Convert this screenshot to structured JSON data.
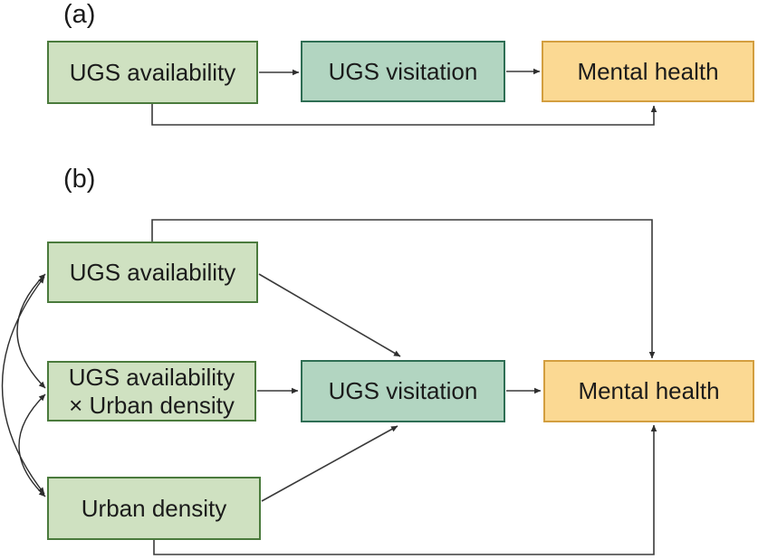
{
  "figure": {
    "panel_a": {
      "label": "(a)",
      "nodes": {
        "availability": "UGS availability",
        "visitation": "UGS visitation",
        "mental_health": "Mental health"
      }
    },
    "panel_b": {
      "label": "(b)",
      "nodes": {
        "availability": "UGS availability",
        "interaction_line1": "UGS availability",
        "interaction_line2": "× Urban density",
        "urban_density": "Urban density",
        "visitation": "UGS visitation",
        "mental_health": "Mental health"
      }
    },
    "colors": {
      "green_fill": "#cfe1c1",
      "green_border": "#4a7a3c",
      "teal_fill": "#b2d5c1",
      "teal_border": "#2e6e54",
      "orange_fill": "#fbd993",
      "orange_border": "#d39e3f",
      "arrow_line": "#3a3a3a",
      "text": "#1b1b1b"
    }
  }
}
